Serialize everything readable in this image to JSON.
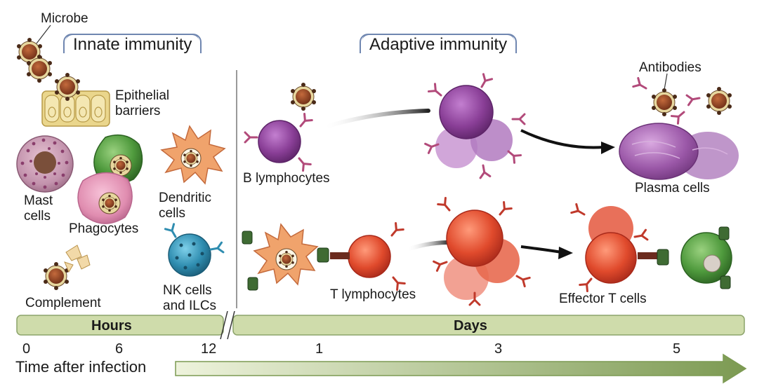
{
  "labels": {
    "microbe": "Microbe",
    "innate_title": "Innate immunity",
    "adaptive_title": "Adaptive immunity",
    "epithelial": "Epithelial\nbarriers",
    "mast": "Mast\ncells",
    "phagocytes": "Phagocytes",
    "dendritic": "Dendritic\ncells",
    "complement": "Complement",
    "nk": "NK cells\nand ILCs",
    "b_lymph": "B lymphocytes",
    "antibodies": "Antibodies",
    "plasma": "Plasma cells",
    "t_lymph": "T lymphocytes",
    "effector": "Effector T cells"
  },
  "timeline": {
    "hours_label": "Hours",
    "days_label": "Days",
    "ticks": [
      "0",
      "6",
      "12",
      "1",
      "3",
      "5"
    ],
    "axis_label": "Time after infection"
  },
  "colors": {
    "bar_fill": "#cfdcab",
    "bar_stroke": "#8ca36a",
    "arrow": "#7c9a52",
    "b_cell": "#8a3f97",
    "t_cell": "#e04a2c",
    "dendritic": "#f0a36c",
    "nk_cell": "#2f8db0",
    "phagocyte_green": "#4f9a3d",
    "microbe": "#7a3e22"
  }
}
